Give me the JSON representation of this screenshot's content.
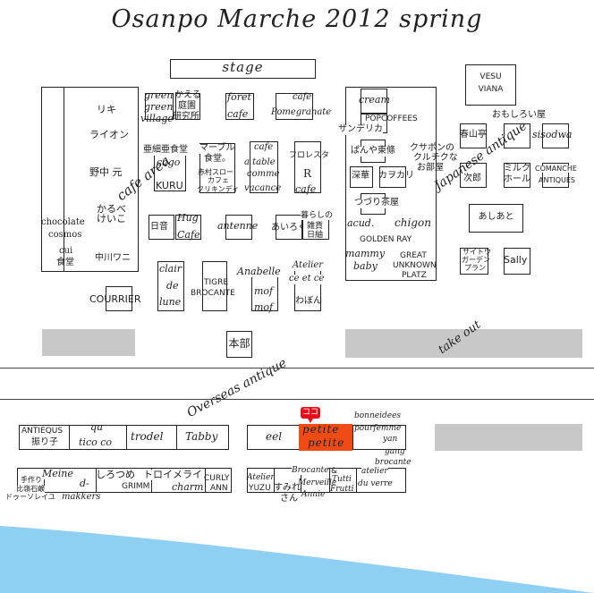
{
  "title": "Osanpo Marche 2012 spring",
  "stage": "stage",
  "honbu": "本部",
  "zones": {
    "cafe_area": "cafe area",
    "japanese_antique": "Japanese antique",
    "take_out": "take out",
    "overseas_antique": "Overseas antique"
  },
  "left_block": {
    "riki": "リキ",
    "lion": "ライオン",
    "nonaka": "野中 元",
    "karube": "かるべ",
    "keiko": "けいこ",
    "chocolate": "chocolate",
    "cosmos": "cosmos",
    "cui": "cui",
    "shokudo": "食堂",
    "nakagawa": "中川ワニ",
    "courrier": "COURRIER"
  },
  "center": {
    "green1": "green",
    "green2": "green",
    "village": "village",
    "kaeru": "かえる",
    "teien": "庭園",
    "kenkyujo": "研究所",
    "foret": "foret",
    "foret_cafe": "cafe",
    "cafe_pomegranate1": "cafe",
    "cafe_pomegranate2": "Pomegranate",
    "anesai": "亜細亜食堂",
    "cago": "cago",
    "kuru": "KURU",
    "marble": "マーブル",
    "marble_shokudo": "食堂。",
    "akamura": "赤村スロー",
    "akamura_cafe": "カフェ",
    "kurikindi": "クリキンディ",
    "cafe_atable1": "cafe",
    "cafe_atable2": "a table",
    "comme": "comme",
    "vacance": "vacance",
    "frostar": "フロレスタ",
    "r_cafe1": "R",
    "r_cafe2": "cafe",
    "hinone": "日音",
    "hug": "Hug",
    "hug_cafe": "Cafe",
    "antenne": "antenne",
    "airoku": "あいろく",
    "kurashi": "暮らしの",
    "zakka": "雑貨",
    "nichiyo": "日紬",
    "clair": "clair",
    "de": "de",
    "lune": "lune",
    "tigre": "TIGRE",
    "brocante": "BROCANTE",
    "anabelle": "Anabelle",
    "mof1": "mof",
    "mof2": "mof",
    "atelier": "Atelier",
    "cectce": "ce et ce",
    "wabon": "わぼん"
  },
  "right_block": {
    "cream": "cream",
    "popcoffees": "POPCOFFEES",
    "sanderica": "サンデリカ",
    "panya": "ぱんや東條",
    "fukamu": "深華",
    "kaokari": "カヲカリ",
    "tsuduri": "つづり茶屋",
    "kusapon": "クサポンの",
    "kurukuna": "クルチクな",
    "oheya": "お部屋",
    "acud": "acud.",
    "chigon": "chigon",
    "golden_ray": "GOLDEN RAY",
    "mammy": "mammy",
    "baby": "baby",
    "great": "GREAT",
    "unknown": "UNKNOWN",
    "platz": "PLATZ"
  },
  "japanese": {
    "vesu": "VESU",
    "viana": "VIANA",
    "omoshiroi": "おもしろい屋",
    "harusan": "春山亭",
    "shisodwa": "sisodwa",
    "jiro": "次郎",
    "milk": "ミルク",
    "hall": "ホール",
    "comanche": "COMANCHE",
    "antiques": "ANTIQUES",
    "ashiato": "あしあと",
    "saito": "サイトウ",
    "garden": "ガーデン",
    "plan": "プラン",
    "sally": "Sally"
  },
  "bottom": {
    "antiqeus": "ANTIEQUS",
    "furiko": "振り子",
    "qu": "qu",
    "tico": "tico co",
    "trodel": "trodel",
    "tabby": "Tabby",
    "eel": "eel",
    "petite1": "petite",
    "petite2": "petite",
    "pin": "ココ",
    "bonneidees": "bonneidees",
    "pourfemme": "pourfemme",
    "yan": "yan",
    "gang": "gang",
    "brocante": "brocante",
    "tezukuri": "手作り",
    "hikoishi": "比嶺石鹸",
    "doosoreiyu": "ドゥーソレイユ",
    "meine": "Meine",
    "d": "d-",
    "makkers": "makkers",
    "shirotsume": "しろつめ",
    "grimm": "GRIMM",
    "toroimerai": "トロイメライ",
    "charm": "charm",
    "curly": "CURLY",
    "ann": "ANN",
    "atelier_yuzu1": "Atelier",
    "yuzu": "YUZU",
    "sumirei": "すみれ",
    "san": "さん",
    "brocante2": "Brocante",
    "merveille": "Merveille",
    "annie": "Annie",
    "amp": "&",
    "tutti": "Tutti",
    "frutti": "Frutti",
    "atelier_verre": "atelier",
    "du_verre": "du verre"
  },
  "colors": {
    "highlight": "#ef4b14",
    "pin": "#e5101b",
    "wave": "#8fd0f2",
    "gray": "#c8c8c8"
  }
}
